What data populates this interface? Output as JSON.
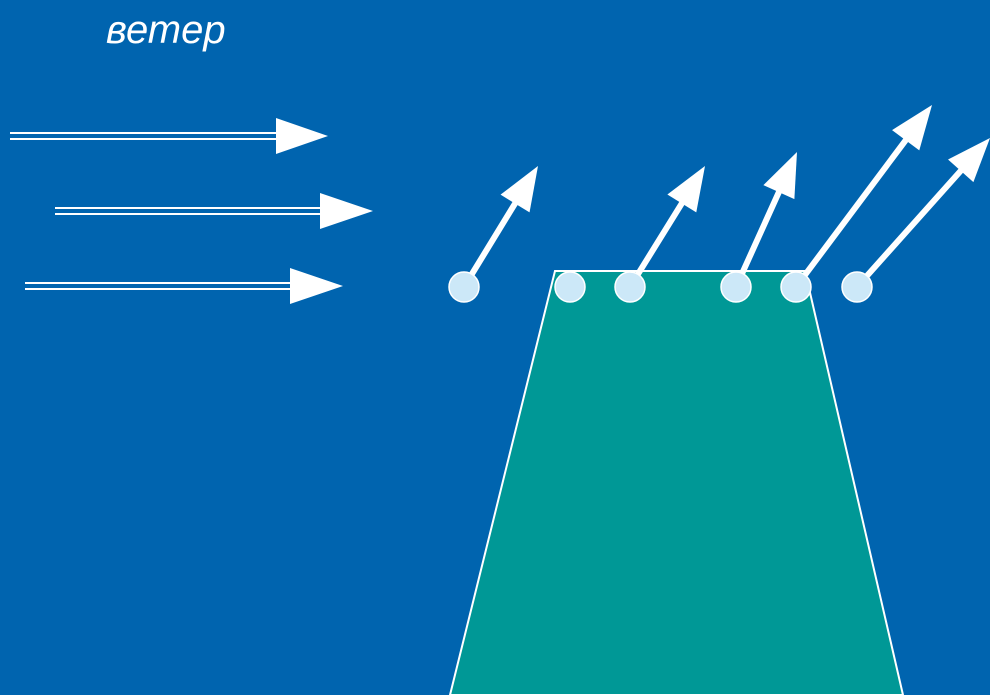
{
  "title": "ветер",
  "colors": {
    "background": "#0064AF",
    "body": "#009896",
    "arrow": "#FFFFFF",
    "droplet": "#CCE8F8",
    "label": "#FFFFFF"
  },
  "wind_arrows": [
    {
      "name": "wind-arrow-top"
    },
    {
      "name": "wind-arrow-middle"
    },
    {
      "name": "wind-arrow-bottom"
    }
  ],
  "droplets": [
    {
      "name": "droplet-1",
      "has_arrow": true
    },
    {
      "name": "droplet-2",
      "has_arrow": false
    },
    {
      "name": "droplet-3",
      "has_arrow": true
    },
    {
      "name": "droplet-4",
      "has_arrow": true
    },
    {
      "name": "droplet-5",
      "has_arrow": true
    },
    {
      "name": "droplet-6",
      "has_arrow": true
    }
  ]
}
